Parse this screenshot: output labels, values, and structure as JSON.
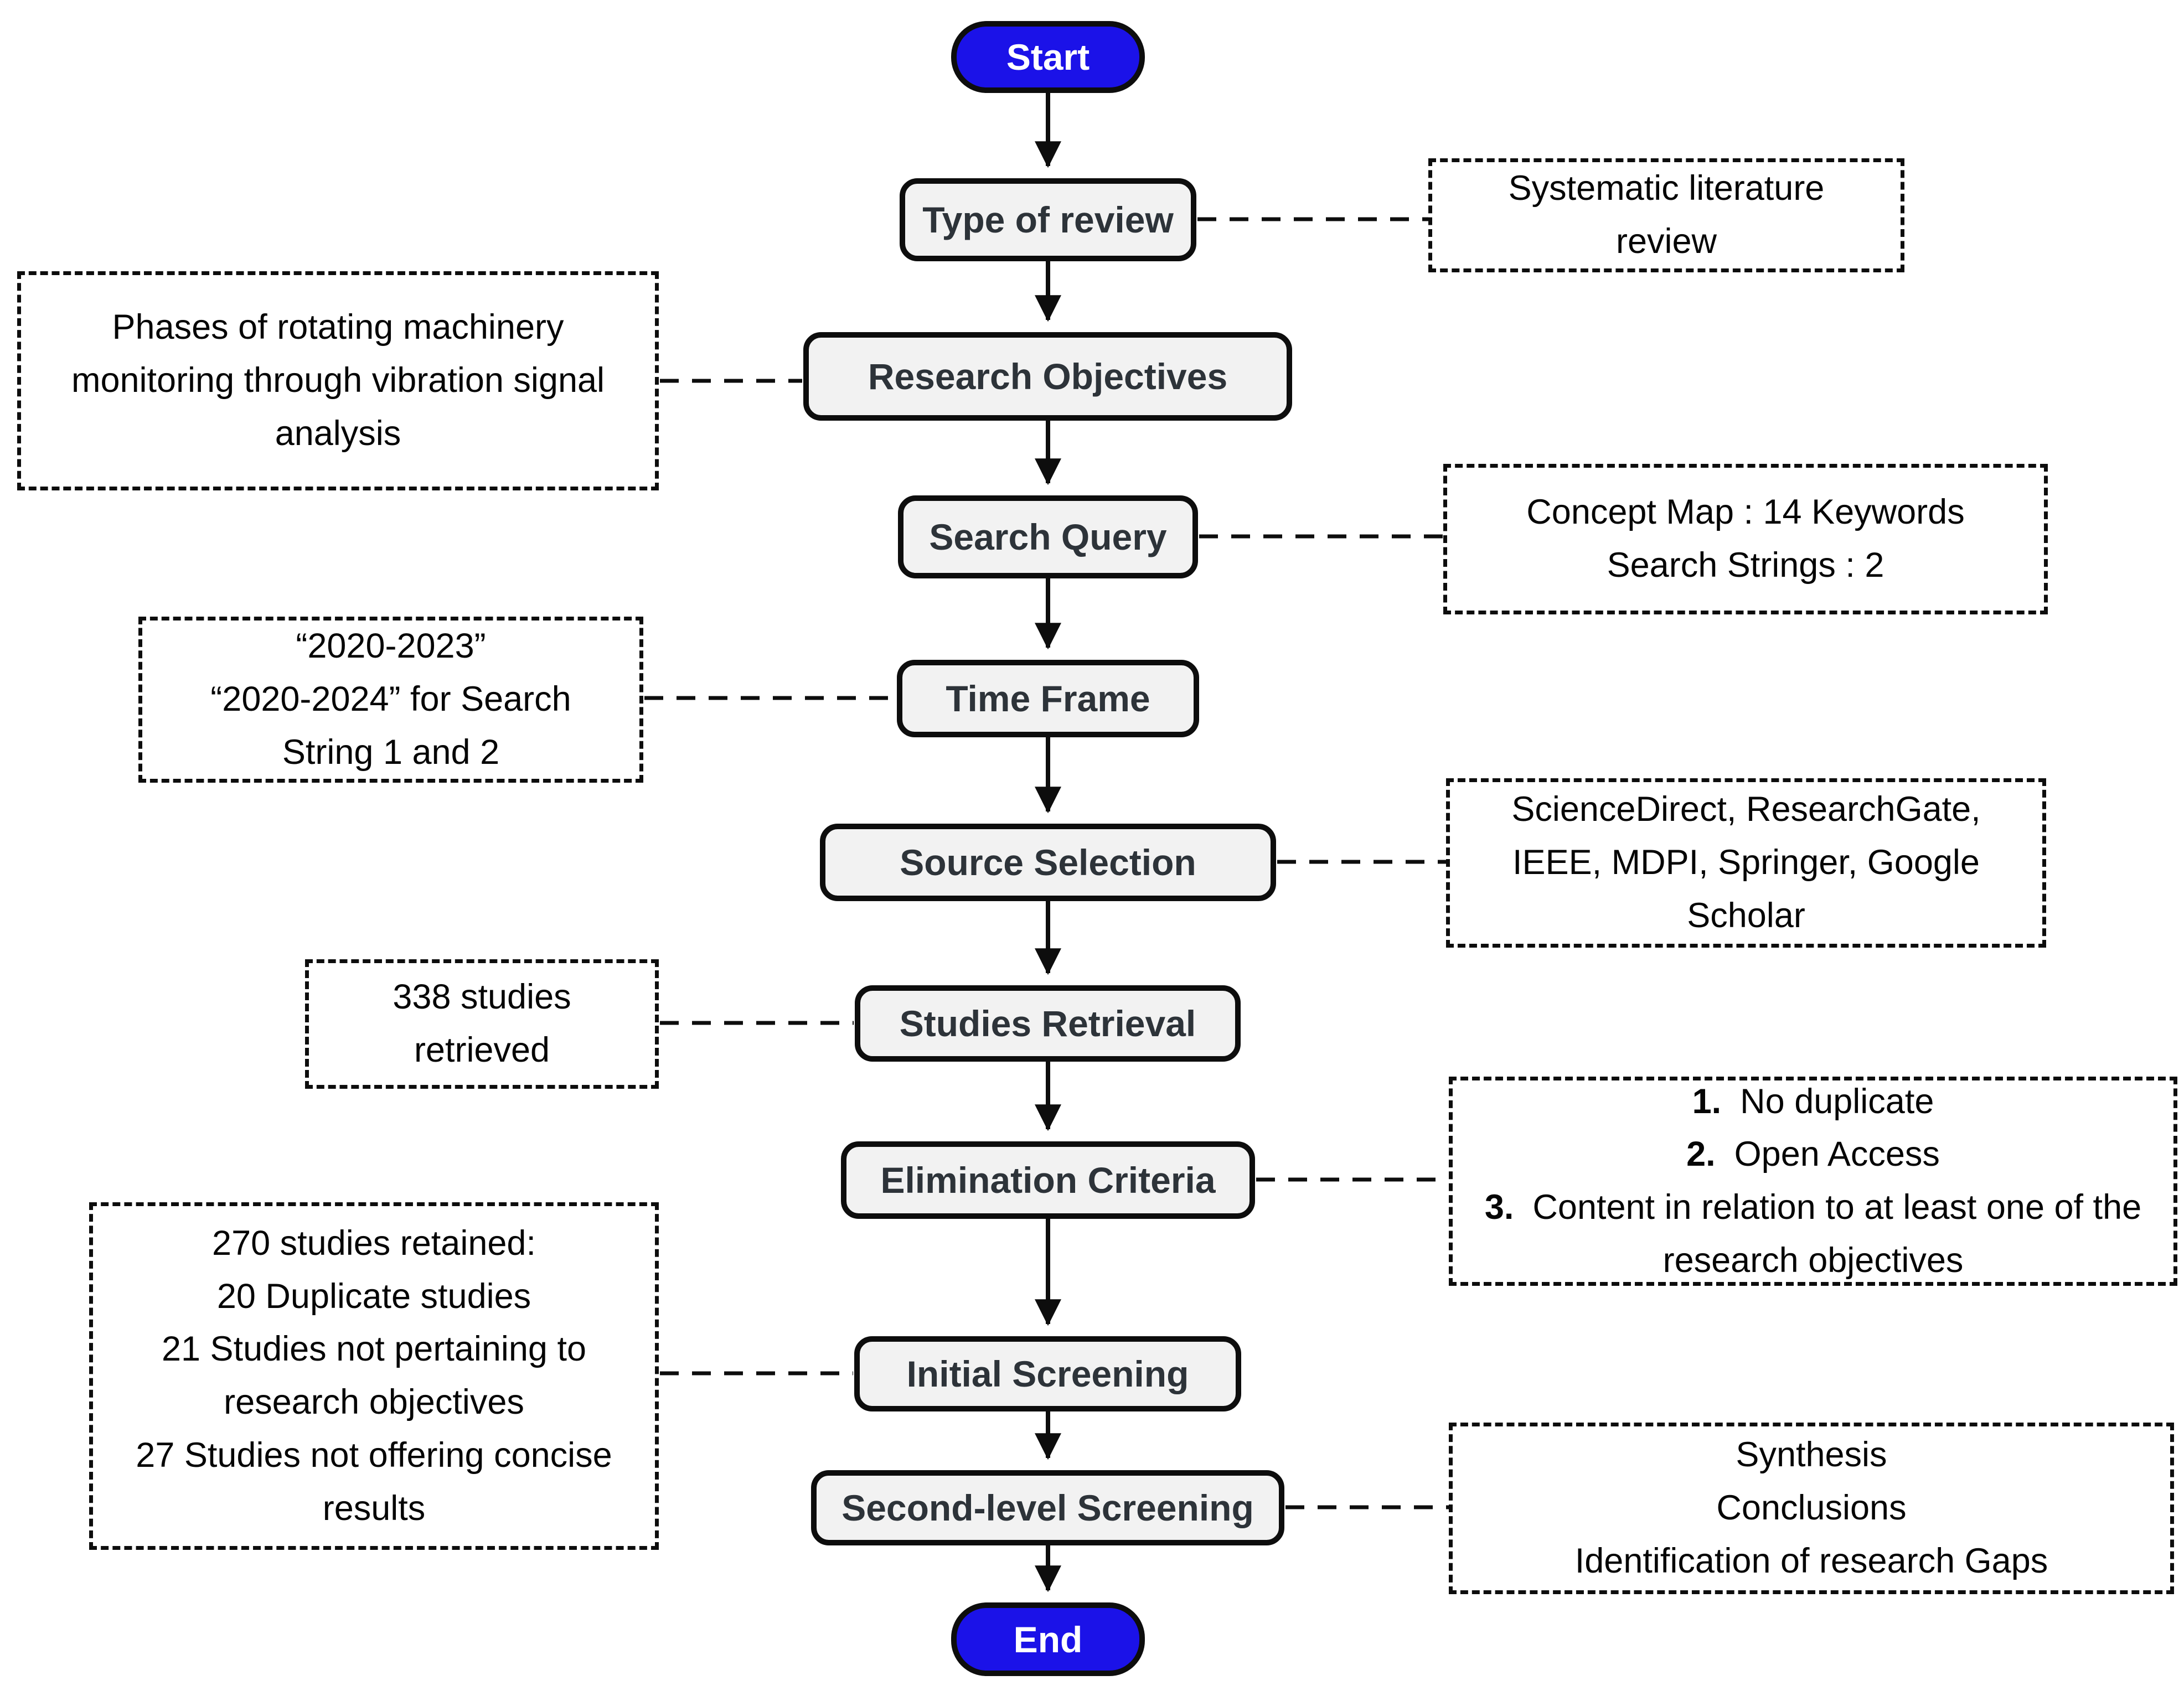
{
  "diagram": {
    "type": "flowchart",
    "nodes": {
      "start": "Start",
      "type_of_review": "Type of review",
      "research_objectives": "Research Objectives",
      "search_query": "Search Query",
      "time_frame": "Time Frame",
      "source_selection": "Source Selection",
      "studies_retrieval": "Studies Retrieval",
      "elimination_criteria": "Elimination Criteria",
      "initial_screening": "Initial Screening",
      "second_level_screening": "Second-level Screening",
      "end": "End"
    },
    "flow": [
      "Start",
      "Type of review",
      "Research Objectives",
      "Search Query",
      "Time Frame",
      "Source Selection",
      "Studies Retrieval",
      "Elimination Criteria",
      "Initial Screening",
      "Second-level Screening",
      "End"
    ],
    "annotations": {
      "systematic_review": {
        "attached_to": "Type of review",
        "side": "right",
        "text": "Systematic literature review"
      },
      "phases": {
        "attached_to": "Research Objectives",
        "side": "left",
        "text": "Phases of rotating machinery monitoring  through vibration signal analysis"
      },
      "concept_map": {
        "attached_to": "Search Query",
        "side": "right",
        "lines": [
          "Concept Map : 14 Keywords",
          "Search Strings : 2"
        ]
      },
      "time_frame_note": {
        "attached_to": "Time Frame",
        "side": "left",
        "lines": [
          "“2020-2023”",
          "“2020-2024” for Search String 1 and 2"
        ]
      },
      "sources": {
        "attached_to": "Source Selection",
        "side": "right",
        "text": "ScienceDirect, ResearchGate, IEEE, MDPI, Springer, Google Scholar"
      },
      "retrieved": {
        "attached_to": "Studies Retrieval",
        "side": "left",
        "text": "338 studies retrieved"
      },
      "elimination_list": {
        "attached_to": "Elimination Criteria",
        "side": "right",
        "items": [
          {
            "num": "1.",
            "text": "No duplicate"
          },
          {
            "num": "2.",
            "text": "Open Access"
          },
          {
            "num": "3.",
            "text": "Content in relation to at least one of the research objectives"
          }
        ]
      },
      "screening_note": {
        "attached_to": "Initial Screening",
        "side": "left",
        "lines": [
          "270 studies retained:",
          "20 Duplicate studies",
          "21 Studies not pertaining to research objectives",
          "27 Studies not offering concise results"
        ]
      },
      "synthesis_note": {
        "attached_to": "Second-level Screening",
        "side": "right",
        "lines": [
          "Synthesis",
          "Conclusions",
          "Identification of research Gaps"
        ]
      }
    },
    "colors": {
      "terminal_fill": "#1b12e8",
      "terminal_text": "#ffffff",
      "process_fill": "#f2f2f2",
      "process_border": "#0d0d0d",
      "process_text": "#2d3339",
      "line_color": "#0d0d0d",
      "background": "#ffffff"
    }
  }
}
